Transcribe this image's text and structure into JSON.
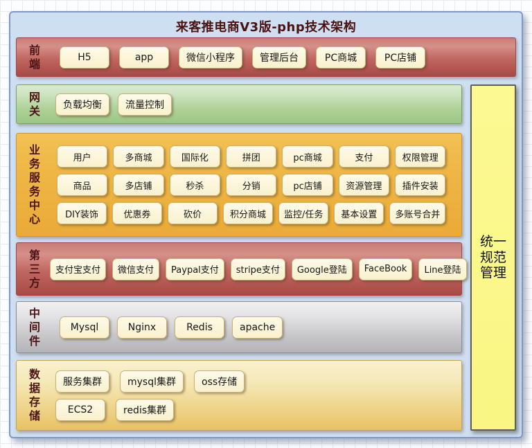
{
  "title": "来客推电商V3版-php技术架构",
  "colors": {
    "canvas_fill": "#cedff2",
    "canvas_border": "#7d98c6",
    "band_red": "#b5534e",
    "band_green": "#a9cf93",
    "band_orange": "#eeb243",
    "band_gray": "#cfcfd2",
    "band_tan": "#f0d891",
    "side_bar_yellow": "#fbf88c",
    "node_fill": "#fbf3d3",
    "node_border": "#c9b176",
    "heading_text": "#4a1414"
  },
  "side_bar": {
    "label": "统一规范管理",
    "lines": [
      "统一",
      "规范",
      "管理"
    ]
  },
  "bands": {
    "frontend": {
      "label": "前端",
      "chars": [
        "前",
        "端"
      ],
      "items": [
        "H5",
        "app",
        "微信小程序",
        "管理后台",
        "PC商城",
        "PC店铺"
      ]
    },
    "gateway": {
      "label": "网关",
      "chars": [
        "网",
        "关"
      ],
      "items": [
        "负载均衡",
        "流量控制"
      ]
    },
    "business": {
      "label": "业务服务中心",
      "chars": [
        "业",
        "务",
        "服",
        "务",
        "中",
        "心"
      ],
      "rows": [
        [
          "用户",
          "多商城",
          "国际化",
          "拼团",
          "pc商城",
          "支付",
          "权限管理"
        ],
        [
          "商品",
          "多店铺",
          "秒杀",
          "分销",
          "pc店铺",
          "资源管理",
          "插件安装"
        ],
        [
          "DIY装饰",
          "优惠券",
          "砍价",
          "积分商城",
          "监控/任务",
          "基本设置",
          "多账号合并"
        ]
      ]
    },
    "third_party": {
      "label": "第三方",
      "chars": [
        "第",
        "三",
        "方"
      ],
      "items": [
        "支付宝支付",
        "微信支付",
        "Paypal支付",
        "stripe支付",
        "Google登陆",
        "FaceBook",
        "Line登陆"
      ]
    },
    "middleware": {
      "label": "中间件",
      "chars": [
        "中",
        "间",
        "件"
      ],
      "items": [
        "Mysql",
        "Nginx",
        "Redis",
        "apache"
      ]
    },
    "storage": {
      "label": "数据存储",
      "chars": [
        "数",
        "据",
        "存",
        "储"
      ],
      "rows": [
        [
          "服务集群",
          "mysql集群",
          "oss存储"
        ],
        [
          "ECS2",
          "redis集群"
        ]
      ]
    }
  }
}
